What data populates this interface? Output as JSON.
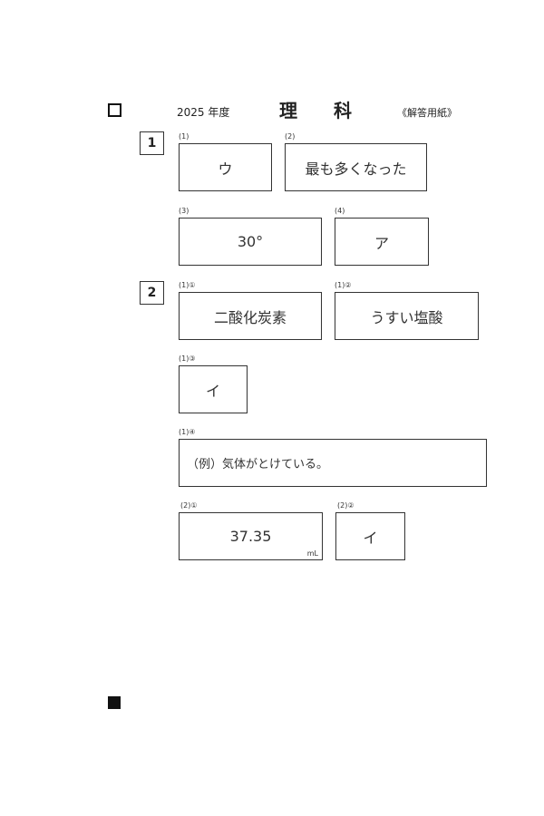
{
  "header": {
    "year": "2025 年度",
    "subject_1": "理",
    "subject_2": "科",
    "sheet_type": "《解答用紙》"
  },
  "sections": [
    {
      "number": "1",
      "answers": [
        {
          "label": "(1)",
          "value": "ウ"
        },
        {
          "label": "(2)",
          "value": "最も多くなった"
        },
        {
          "label": "(3)",
          "value": "30°"
        },
        {
          "label": "(4)",
          "value": "ア"
        }
      ]
    },
    {
      "number": "2",
      "answers": [
        {
          "label": "(1)①",
          "value": "二酸化炭素"
        },
        {
          "label": "(1)②",
          "value": "うすい塩酸"
        },
        {
          "label": "(1)③",
          "value": "イ"
        },
        {
          "label": "(1)④",
          "value": "（例）気体がとけている。"
        },
        {
          "label": "(2)①",
          "value": "37.35",
          "unit": "mL"
        },
        {
          "label": "(2)②",
          "value": "イ"
        }
      ]
    }
  ]
}
